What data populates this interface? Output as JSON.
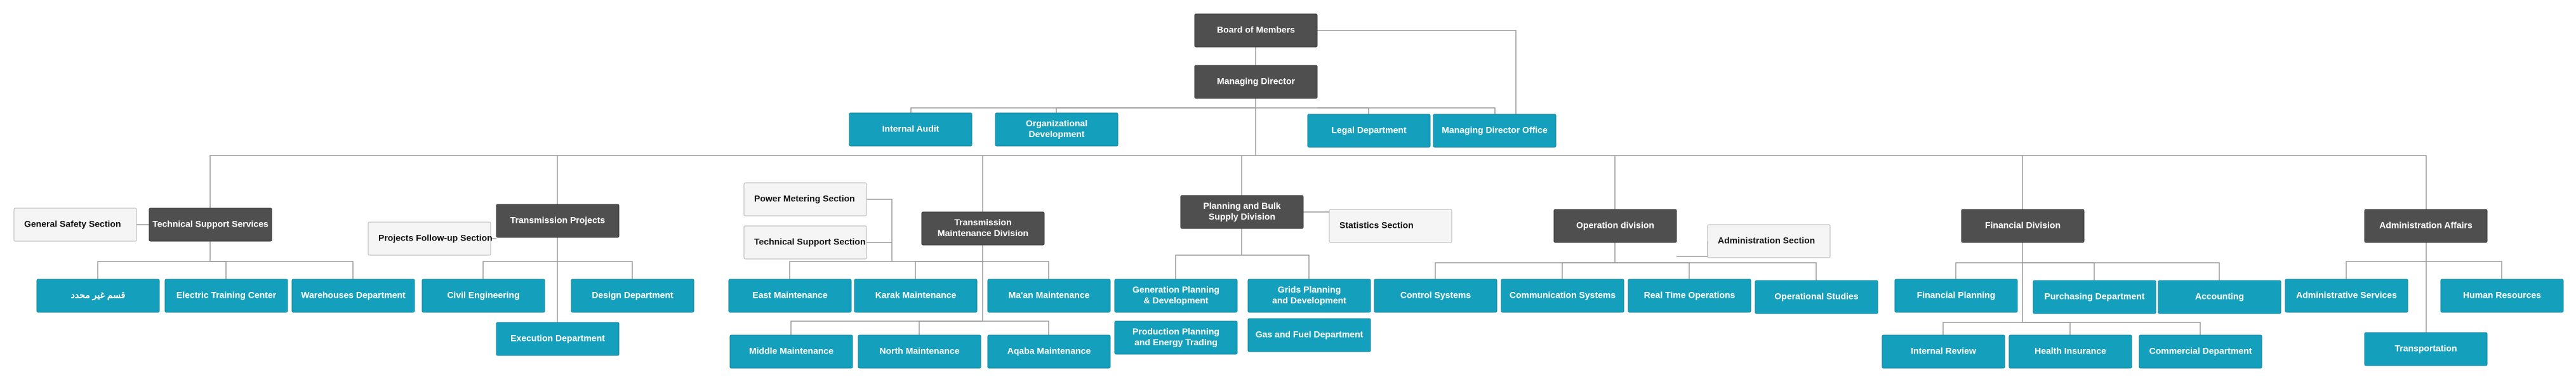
{
  "colors": {
    "dark": "#4f4f4f",
    "teal": "#14a0bd",
    "light": "#f5f5f5",
    "connector": "#9a9a9a",
    "dark_text": "#ffffff",
    "teal_text": "#ffffff",
    "light_text": "#111111"
  },
  "nodes": [
    {
      "id": "board",
      "style": "dark",
      "lines": [
        "Board of Members"
      ]
    },
    {
      "id": "md",
      "style": "dark",
      "lines": [
        "Managing Director"
      ]
    },
    {
      "id": "internal-audit",
      "style": "teal",
      "lines": [
        "Internal Audit"
      ]
    },
    {
      "id": "org-dev",
      "style": "teal",
      "lines": [
        "Organizational",
        "Development"
      ]
    },
    {
      "id": "legal",
      "style": "teal",
      "lines": [
        "Legal Department"
      ]
    },
    {
      "id": "md-office",
      "style": "teal",
      "lines": [
        "Managing Director Office"
      ]
    },
    {
      "id": "general-safety",
      "style": "light",
      "lines": [
        "General Safety Section"
      ]
    },
    {
      "id": "tech-support-services",
      "style": "dark",
      "lines": [
        "Technical Support Services"
      ]
    },
    {
      "id": "unnamed-dept",
      "style": "teal",
      "lines": [
        "قسم غير محدد"
      ]
    },
    {
      "id": "electric-training",
      "style": "teal",
      "lines": [
        "Electric Training Center"
      ]
    },
    {
      "id": "warehouses",
      "style": "teal",
      "lines": [
        "Warehouses Department"
      ]
    },
    {
      "id": "projects-followup",
      "style": "light",
      "lines": [
        "Projects Follow-up Section"
      ]
    },
    {
      "id": "transmission-projects",
      "style": "dark",
      "lines": [
        "Transmission Projects"
      ]
    },
    {
      "id": "civil-eng",
      "style": "teal",
      "lines": [
        "Civil Engineering"
      ]
    },
    {
      "id": "design-dept",
      "style": "teal",
      "lines": [
        "Design Department"
      ]
    },
    {
      "id": "execution-dept",
      "style": "teal",
      "lines": [
        "Execution Department"
      ]
    },
    {
      "id": "power-metering",
      "style": "light",
      "lines": [
        "Power Metering Section"
      ]
    },
    {
      "id": "tech-support-section",
      "style": "light",
      "lines": [
        "Technical Support Section"
      ]
    },
    {
      "id": "transmission-maint",
      "style": "dark",
      "lines": [
        "Transmission",
        "Maintenance Division"
      ]
    },
    {
      "id": "east-maint",
      "style": "teal",
      "lines": [
        "East Maintenance"
      ]
    },
    {
      "id": "karak-maint",
      "style": "teal",
      "lines": [
        "Karak Maintenance"
      ]
    },
    {
      "id": "maan-maint",
      "style": "teal",
      "lines": [
        "Ma'an Maintenance"
      ]
    },
    {
      "id": "middle-maint",
      "style": "teal",
      "lines": [
        "Middle Maintenance"
      ]
    },
    {
      "id": "north-maint",
      "style": "teal",
      "lines": [
        "North Maintenance"
      ]
    },
    {
      "id": "aqaba-maint",
      "style": "teal",
      "lines": [
        "Aqaba Maintenance"
      ]
    },
    {
      "id": "planning-bulk",
      "style": "dark",
      "lines": [
        "Planning and Bulk",
        "Supply Division"
      ]
    },
    {
      "id": "statistics",
      "style": "light",
      "lines": [
        "Statistics Section"
      ]
    },
    {
      "id": "gen-planning",
      "style": "teal",
      "lines": [
        "Generation Planning",
        "& Development"
      ]
    },
    {
      "id": "grids-planning",
      "style": "teal",
      "lines": [
        "Grids Planning",
        "and Development"
      ]
    },
    {
      "id": "prod-planning",
      "style": "teal",
      "lines": [
        "Production Planning",
        "and Energy Trading"
      ]
    },
    {
      "id": "gas-fuel",
      "style": "teal",
      "lines": [
        "Gas and Fuel Department"
      ]
    },
    {
      "id": "operation-div",
      "style": "dark",
      "lines": [
        "Operation division"
      ]
    },
    {
      "id": "admin-section",
      "style": "light",
      "lines": [
        "Administration Section"
      ]
    },
    {
      "id": "control-systems",
      "style": "teal",
      "lines": [
        "Control Systems"
      ]
    },
    {
      "id": "comm-systems",
      "style": "teal",
      "lines": [
        "Communication Systems"
      ]
    },
    {
      "id": "real-time-ops",
      "style": "teal",
      "lines": [
        "Real Time Operations"
      ]
    },
    {
      "id": "operational-studies",
      "style": "teal",
      "lines": [
        "Operational Studies"
      ]
    },
    {
      "id": "financial-div",
      "style": "dark",
      "lines": [
        "Financial Division"
      ]
    },
    {
      "id": "financial-planning",
      "style": "teal",
      "lines": [
        "Financial Planning"
      ]
    },
    {
      "id": "purchasing",
      "style": "teal",
      "lines": [
        "Purchasing Department"
      ]
    },
    {
      "id": "accounting",
      "style": "teal",
      "lines": [
        "Accounting"
      ]
    },
    {
      "id": "internal-review",
      "style": "teal",
      "lines": [
        "Internal Review"
      ]
    },
    {
      "id": "health-insurance",
      "style": "teal",
      "lines": [
        "Health Insurance"
      ]
    },
    {
      "id": "commercial-dept",
      "style": "teal",
      "lines": [
        "Commercial Department"
      ]
    },
    {
      "id": "admin-affairs",
      "style": "dark",
      "lines": [
        "Administration Affairs"
      ]
    },
    {
      "id": "admin-services",
      "style": "teal",
      "lines": [
        "Administrative Services"
      ]
    },
    {
      "id": "human-resources",
      "style": "teal",
      "lines": [
        "Human Resources"
      ]
    },
    {
      "id": "transportation",
      "style": "teal",
      "lines": [
        "Transportation"
      ]
    }
  ]
}
